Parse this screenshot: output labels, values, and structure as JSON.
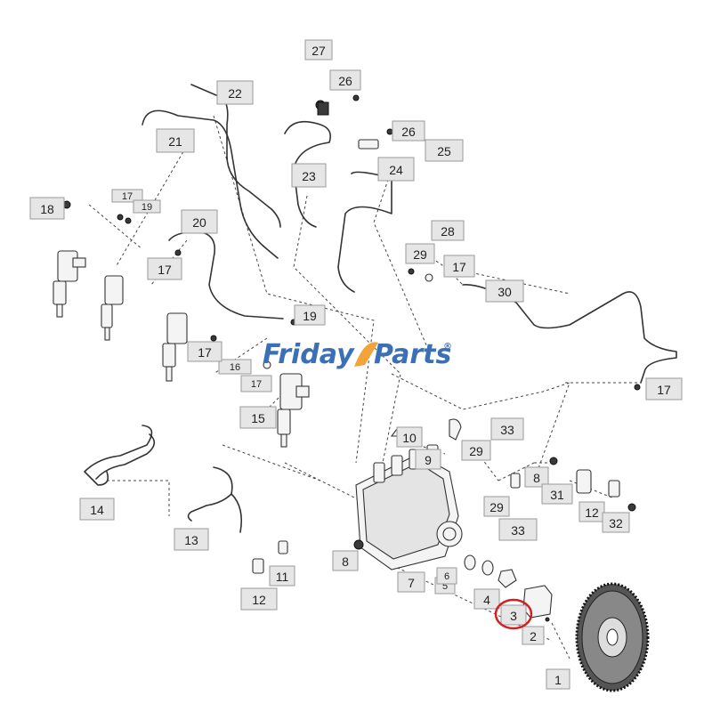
{
  "diagram": {
    "watermark": {
      "text_part1": "Friday",
      "text_part2": "Parts",
      "mark": "®",
      "colors": {
        "friday": "#3b6fb6",
        "parts": "#3b6fb6",
        "swoosh": "#f2a33a"
      }
    },
    "highlight": {
      "callout": "3",
      "color": "#d42020"
    },
    "callouts": {
      "c1": "1",
      "c2": "2",
      "c3": "3",
      "c4": "4",
      "c5": "5",
      "c6": "6",
      "c7": "7",
      "c8a": "8",
      "c8b": "8",
      "c9": "9",
      "c10": "10",
      "c11": "11",
      "c12a": "12",
      "c12b": "12",
      "c13": "13",
      "c14": "14",
      "c15": "15",
      "c16": "16",
      "c17a": "17",
      "c17b": "17",
      "c17c": "17",
      "c17d": "17",
      "c17e": "17",
      "c17f": "17",
      "c18": "18",
      "c19a": "19",
      "c19b": "19",
      "c20": "20",
      "c21": "21",
      "c22": "22",
      "c23": "23",
      "c24": "24",
      "c25": "25",
      "c26a": "26",
      "c26b": "26",
      "c27": "27",
      "c28": "28",
      "c29a": "29",
      "c29b": "29",
      "c29c": "29",
      "c30": "30",
      "c31": "31",
      "c32": "32",
      "c33a": "33",
      "c33b": "33"
    }
  }
}
